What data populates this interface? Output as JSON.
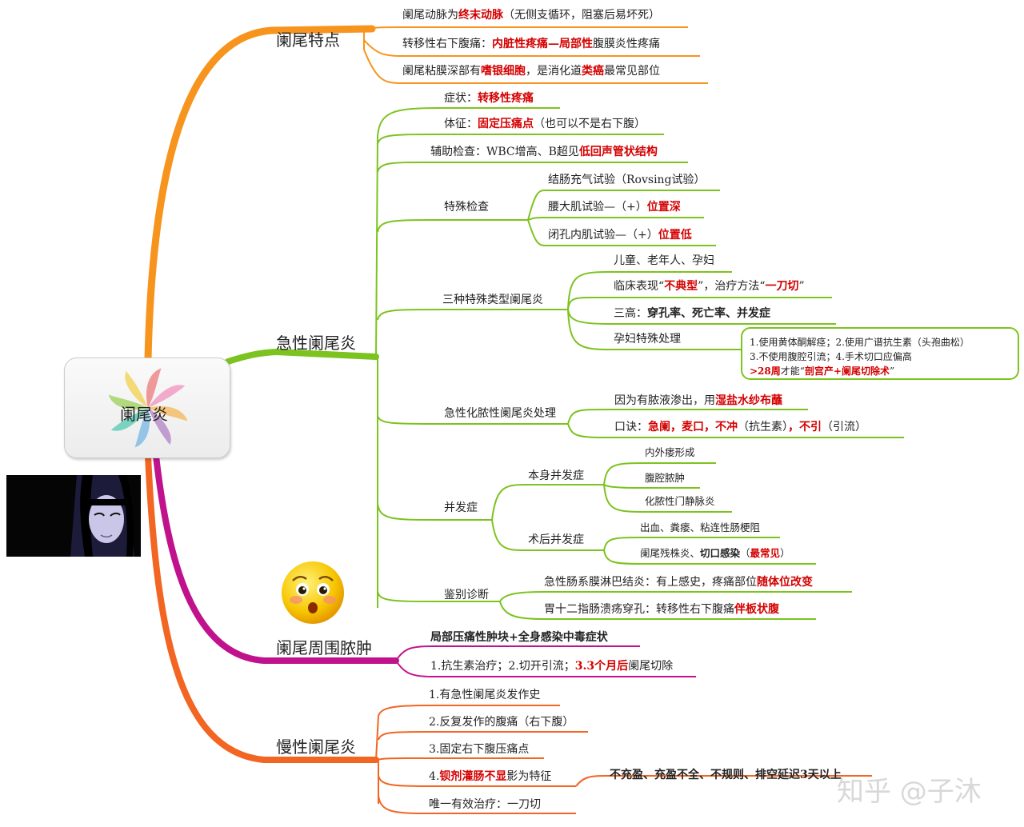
{
  "center": {
    "label": "阑尾炎"
  },
  "branches": {
    "features": {
      "label": "阑尾特点",
      "items": [
        {
          "pre": "阑尾动脉为",
          "em": "终末动脉",
          "post": "（无侧支循环，阻塞后易坏死）"
        },
        {
          "pre": "转移性右下腹痛：",
          "em": "内脏性疼痛—局部性",
          "post": "腹膜炎性疼痛"
        },
        {
          "pre": "阑尾粘膜深部有",
          "em": "嗜银细胞",
          "mid": "，是消化道",
          "em2": "类癌",
          "post": "最常见部位"
        }
      ]
    },
    "acute": {
      "label": "急性阑尾炎",
      "symptom": {
        "pre": "症状：",
        "em": "转移性疼痛"
      },
      "sign": {
        "pre": "体征：",
        "em": "固定压痛点",
        "post": "（也可以不是右下腹）"
      },
      "aux": {
        "pre": "辅助检查：WBC增高、B超见",
        "em": "低回声管状结构"
      },
      "special_exam": {
        "label": "特殊检查",
        "items": [
          {
            "pre": "结肠充气试验（Rovsing试验）"
          },
          {
            "pre": "腰大肌试验—（+）",
            "em": "位置深"
          },
          {
            "pre": "闭孔内肌试验—（+）",
            "em": "位置低"
          }
        ]
      },
      "special_types": {
        "label": "三种特殊类型阑尾炎",
        "items": [
          {
            "pre": "儿童、老年人、孕妇"
          },
          {
            "pre": "临床表现“",
            "em": "不典型",
            "mid": "”，治疗方法“",
            "em2": "一刀切",
            "post": "”"
          },
          {
            "pre": "三高：",
            "bold": "穿孔率、死亡率、并发症"
          },
          {
            "pre": "孕妇特殊处理"
          }
        ],
        "pregnancy_note": [
          {
            "pre": "1.使用黄体酮解痉；2.使用广谱抗生素（头孢曲松）"
          },
          {
            "pre": "3.不使用腹腔引流；4.手术切口应偏高"
          },
          {
            "em": ">28周",
            "pre": "才能“",
            "em2": "剖宫产+阑尾切除术",
            "post": "”"
          }
        ]
      },
      "suppurative": {
        "label": "急性化脓性阑尾炎处理",
        "items": [
          {
            "pre": "因为有脓液渗出，用",
            "em": "湿盐水纱布蘸"
          },
          {
            "pre": "口诀：",
            "em": "急阑，麦口，不冲",
            "mid": "（抗生素）",
            "em2": "，不引",
            "post": "（引流）"
          }
        ]
      },
      "complications": {
        "label": "并发症",
        "self": {
          "label": "本身并发症",
          "items": [
            "内外瘘形成",
            "腹腔脓肿",
            "化脓性门静脉炎"
          ]
        },
        "postop": {
          "label": "术后并发症",
          "items": [
            {
              "pre": "出血、粪瘘、粘连性肠梗阻"
            },
            {
              "pre": "阑尾残株炎、",
              "bold": "切口感染",
              "post": "（",
              "em": "最常见",
              "post2": "）"
            }
          ]
        }
      },
      "differential": {
        "label": "鉴别诊断",
        "items": [
          {
            "pre": "急性肠系膜淋巴结炎：有上感史，疼痛部位",
            "em": "随体位改变"
          },
          {
            "pre": "胃十二指肠溃疡穿孔：转移性右下腹痛",
            "em": "伴板状腹"
          }
        ]
      }
    },
    "abscess": {
      "label": "阑尾周围脓肿",
      "items": [
        {
          "bold": "局部压痛性肿块+全身感染中毒症状"
        },
        {
          "pre": "1.抗生素治疗；2.切开引流；",
          "em": "3.3个月后",
          "post": "阑尾切除"
        }
      ]
    },
    "chronic": {
      "label": "慢性阑尾炎",
      "items": [
        {
          "pre": "1.有急性阑尾炎发作史"
        },
        {
          "pre": "2.反复发作的腹痛（右下腹）"
        },
        {
          "pre": "3.固定右下腹压痛点"
        },
        {
          "pre": "4.",
          "em": "钡剂灌肠不显",
          "post": "影为特征"
        },
        {
          "pre": "唯一有效治疗：一刀切"
        }
      ],
      "barium_note": {
        "bold": "不充盈、充盈不全、不规则、排空延迟3天以上"
      }
    }
  },
  "watermark": {
    "text": "知乎 @子沐"
  },
  "colors": {
    "orange": "#f7941d",
    "green": "#7cc31f",
    "magenta": "#c0128c",
    "orange_red": "#f26522",
    "emphasis": "#d40000"
  }
}
